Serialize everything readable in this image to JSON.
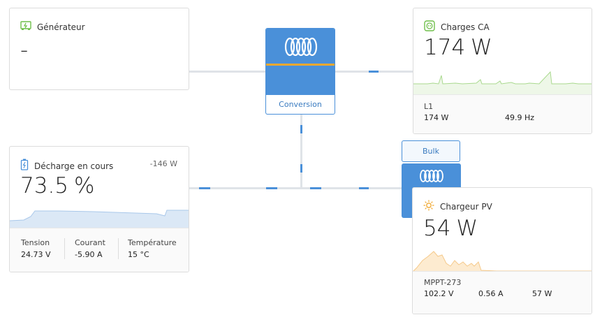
{
  "generator": {
    "title": "Générateur",
    "value": "-"
  },
  "ac_loads": {
    "title": "Charges CA",
    "value": "174",
    "unit": "W",
    "phase_label": "L1",
    "phase_power": "174 W",
    "frequency": "49.9 Hz"
  },
  "battery": {
    "title": "Décharge en cours",
    "power": "-146 W",
    "value": "73.5",
    "unit": "%",
    "voltage_label": "Tension",
    "voltage": "24.73 V",
    "current_label": "Courant",
    "current": "-5.90 A",
    "temp_label": "Température",
    "temp": "15 °C"
  },
  "converter": {
    "label": "Conversion"
  },
  "solar_charger": {
    "state": "Bulk",
    "title": "Chargeur PV",
    "value": "54",
    "unit": "W",
    "device": "MPPT-273",
    "voltage": "102.2 V",
    "current": "0.56 A",
    "power": "57 W"
  },
  "colors": {
    "accent": "#4a90d9",
    "brand_stripe": "#f0a830",
    "ac_green": "#6fbf4a",
    "solar_orange": "#f0a830",
    "battery_blue": "#4a90d9"
  },
  "icons": {
    "generator": "generator-icon",
    "ac_loads": "plug-icon",
    "battery": "battery-icon",
    "solar": "sun-icon",
    "brand": "victron-logo-icon"
  }
}
